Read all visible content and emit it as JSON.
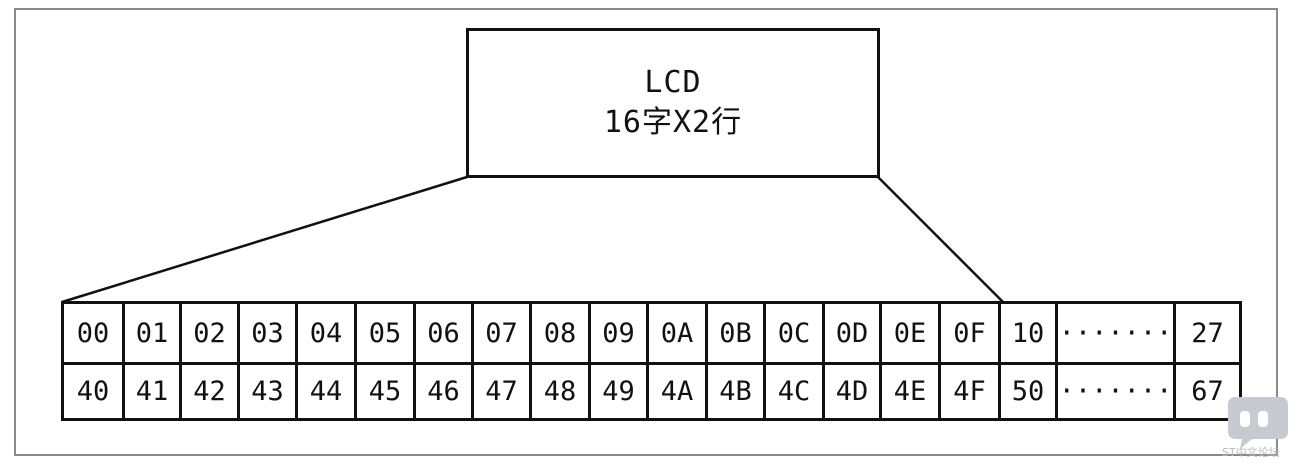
{
  "lcd": {
    "line1": "LCD",
    "line2": "16字X2行"
  },
  "ram_rows": [
    [
      "00",
      "01",
      "02",
      "03",
      "04",
      "05",
      "06",
      "07",
      "08",
      "09",
      "0A",
      "0B",
      "0C",
      "0D",
      "0E",
      "0F",
      "10",
      "·······",
      "27"
    ],
    [
      "40",
      "41",
      "42",
      "43",
      "44",
      "45",
      "46",
      "47",
      "48",
      "49",
      "4A",
      "4B",
      "4C",
      "4D",
      "4E",
      "4F",
      "50",
      "·······",
      "67"
    ]
  ],
  "watermark": {
    "text": "ST中文论坛"
  },
  "colors": {
    "line": "#111111",
    "frame": "#8a8a8a",
    "watermark": "#c7cad1"
  }
}
